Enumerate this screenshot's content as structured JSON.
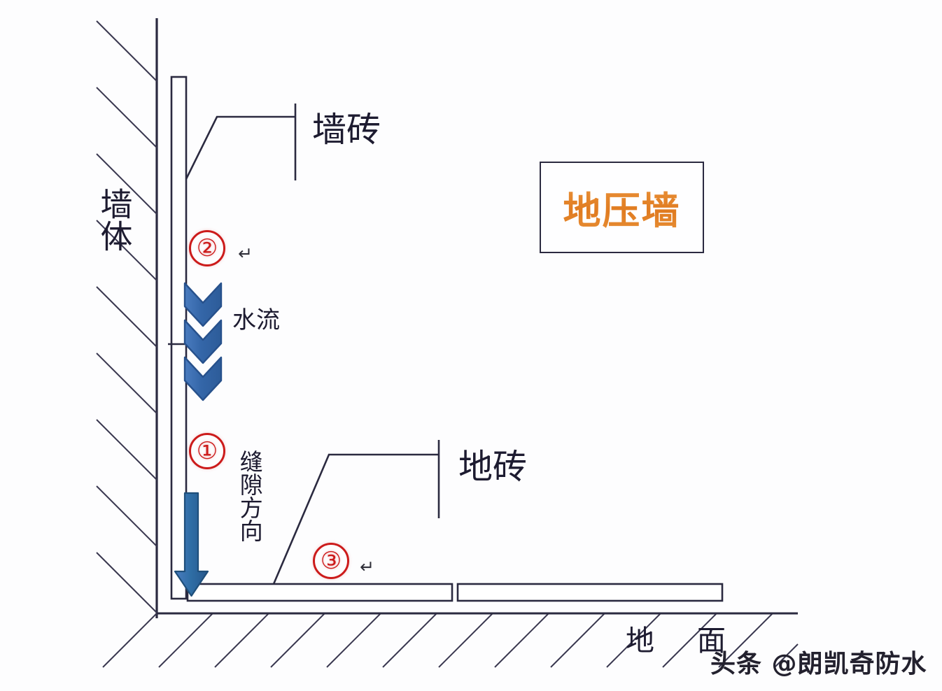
{
  "diagram": {
    "title": "地压墙",
    "callout_box": {
      "text": "地压墙",
      "text_color": "#e07b20",
      "border_color": "#2b2a40"
    },
    "labels": {
      "wall_body": "墙体",
      "wall_tile": "墙砖",
      "floor_tile": "地砖",
      "water_flow": "水流",
      "gap_direction": "缝隙方向",
      "ground_left": "地",
      "ground_right": "面"
    },
    "markers": [
      {
        "id": "marker-1",
        "text": "①",
        "color": "#cc1b1b"
      },
      {
        "id": "marker-2",
        "text": "②",
        "color": "#cc1b1b"
      },
      {
        "id": "marker-3",
        "text": "③",
        "color": "#cc1b1b"
      }
    ],
    "pilcrows": {
      "near_marker_2": "↵",
      "near_marker_3": "↵"
    },
    "arrows": {
      "water_flow_chevrons": 3,
      "chevron_color": "#3a6cb0",
      "chevron_outline": "#27518c",
      "gap_arrow_color": "#2e6da4",
      "gap_arrow_outline": "#1f4f7a",
      "gap_arrow_direction": "down"
    },
    "colors": {
      "line": "#2b2a40",
      "background": "#fdfdfe",
      "hatch": "#3a3850"
    }
  },
  "watermark": {
    "text": "头条 @朗凯奇防水"
  }
}
